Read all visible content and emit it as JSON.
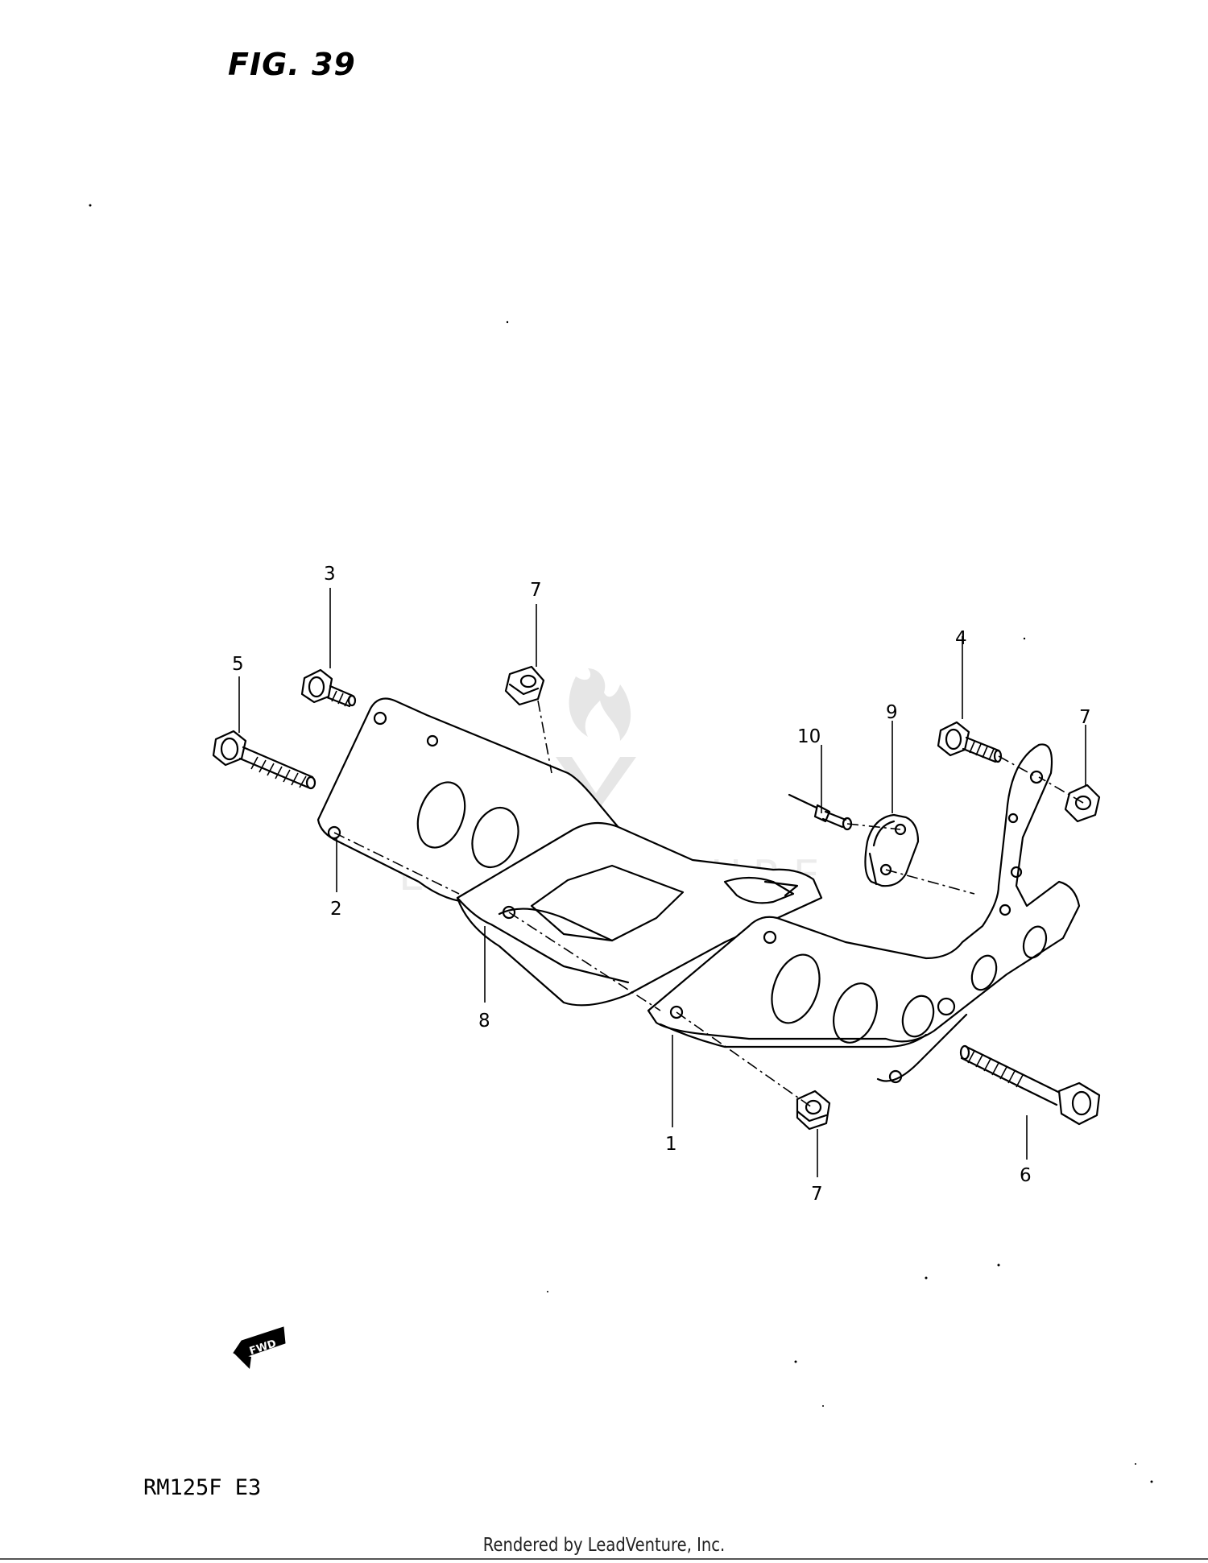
{
  "figure": {
    "title": "FIG. 39"
  },
  "model": {
    "code": "RM125F  E3"
  },
  "footer": {
    "rendered_by": "Rendered by LeadVenture, Inc."
  },
  "watermark": {
    "text": "LEADVENTURE"
  },
  "direction_marker": {
    "label": "FWD"
  },
  "callouts": {
    "c1": "1",
    "c2": "2",
    "c3": "3",
    "c4": "4",
    "c5": "5",
    "c6": "6",
    "c7a": "7",
    "c7b": "7",
    "c7c": "7",
    "c8": "8",
    "c9": "9",
    "c10": "10"
  }
}
